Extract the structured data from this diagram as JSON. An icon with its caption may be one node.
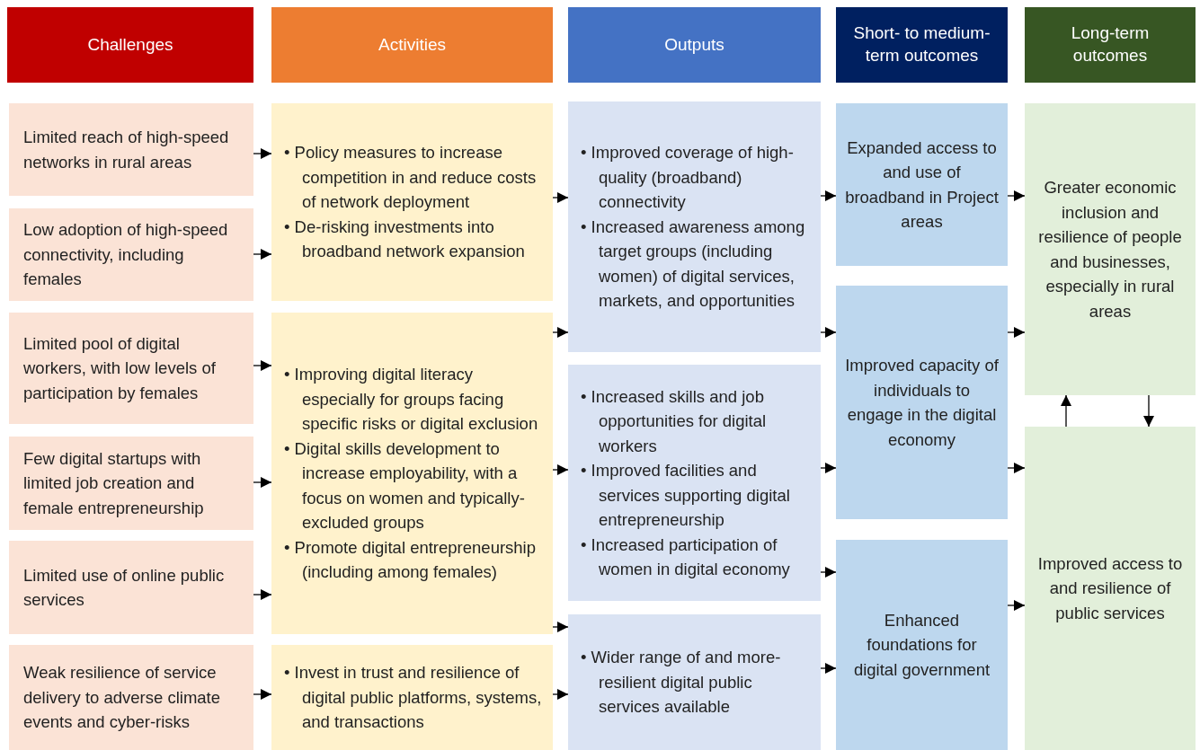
{
  "diagram": {
    "nodes": [
      {
        "text": [
          "Challenges"
        ]
      },
      {
        "text": [
          "Activities"
        ]
      },
      {
        "text": [
          "Outputs"
        ]
      },
      {
        "text": [
          "Short- to medium-term outcomes"
        ]
      },
      {
        "text": [
          "Long-term outcomes"
        ]
      },
      {
        "text": [
          "Limited reach of high-speed networks in rural areas"
        ]
      },
      {
        "text": [
          "Low adoption of high-speed connectivity, including females"
        ]
      },
      {
        "text": [
          "Limited pool of digital workers, with low levels of participation by females"
        ]
      },
      {
        "text": [
          "Few digital startups with limited job creation and female entrepreneurship"
        ]
      },
      {
        "text": [
          "Limited use of online public services"
        ]
      },
      {
        "text": [
          "Weak resilience of service delivery to adverse climate events and cyber-risks"
        ]
      },
      {
        "text": [
          "• Policy measures to increase competition in and reduce costs of network deployment",
          "• De-risking investments into broadband network expansion"
        ]
      },
      {
        "text": [
          "• Improving digital literacy especially for groups facing specific risks or digital exclusion",
          "• Digital skills development to increase employability, with a focus on women and typically-excluded groups",
          "• Promote digital entrepreneurship (including among females)"
        ]
      },
      {
        "text": [
          "• Invest in trust and resilience of digital public platforms, systems, and transactions"
        ]
      },
      {
        "text": [
          "• Improved coverage of high-quality (broadband) connectivity",
          "• Increased awareness among target groups (including women) of digital services, markets, and opportunities"
        ]
      },
      {
        "text": [
          "• Increased skills and job opportunities for digital workers",
          "• Improved facilities and services supporting digital entrepreneurship",
          "• Increased participation of women in digital economy"
        ]
      },
      {
        "text": [
          "• Wider range of and more-resilient digital public services available"
        ]
      },
      {
        "text": [
          "Expanded access to and use of broadband in Project areas"
        ]
      },
      {
        "text": [
          "Improved capacity of individuals to engage in the digital economy"
        ]
      },
      {
        "text": [
          "Enhanced foundations for digital government"
        ]
      },
      {
        "text": [
          "Greater economic inclusion and resilience of people and businesses, especially in rural areas"
        ]
      },
      {
        "text": [
          "Improved access to and resilience of public services"
        ]
      }
    ],
    "edges": [
      {
        "from": 5,
        "to": 11,
        "arrow": "to"
      },
      {
        "from": 6,
        "to": 11,
        "arrow": "to"
      },
      {
        "from": 7,
        "to": 12,
        "arrow": "to"
      },
      {
        "from": 8,
        "to": 12,
        "arrow": "to"
      },
      {
        "from": 9,
        "to": 12,
        "arrow": "to"
      },
      {
        "from": 10,
        "to": 13,
        "arrow": "to"
      },
      {
        "from": 11,
        "to": 14,
        "arrow": "to"
      },
      {
        "from": 12,
        "to": 14,
        "arrow": "to"
      },
      {
        "from": 12,
        "to": 15,
        "arrow": "to"
      },
      {
        "from": 12,
        "to": 16,
        "arrow": "to"
      },
      {
        "from": 13,
        "to": 16,
        "arrow": "to"
      },
      {
        "from": 14,
        "to": 17,
        "arrow": "to"
      },
      {
        "from": 14,
        "to": 18,
        "arrow": "to"
      },
      {
        "from": 15,
        "to": 18,
        "arrow": "to"
      },
      {
        "from": 15,
        "to": 19,
        "arrow": "to"
      },
      {
        "from": 16,
        "to": 19,
        "arrow": "to"
      },
      {
        "from": 17,
        "to": 20,
        "arrow": "to"
      },
      {
        "from": 18,
        "to": 20,
        "arrow": "to"
      },
      {
        "from": 18,
        "to": 21,
        "arrow": "to"
      },
      {
        "from": 19,
        "to": 21,
        "arrow": "to"
      },
      {
        "from": 21,
        "to": 20,
        "arrow": "to"
      },
      {
        "from": 20,
        "to": 21,
        "arrow": "to"
      }
    ]
  }
}
